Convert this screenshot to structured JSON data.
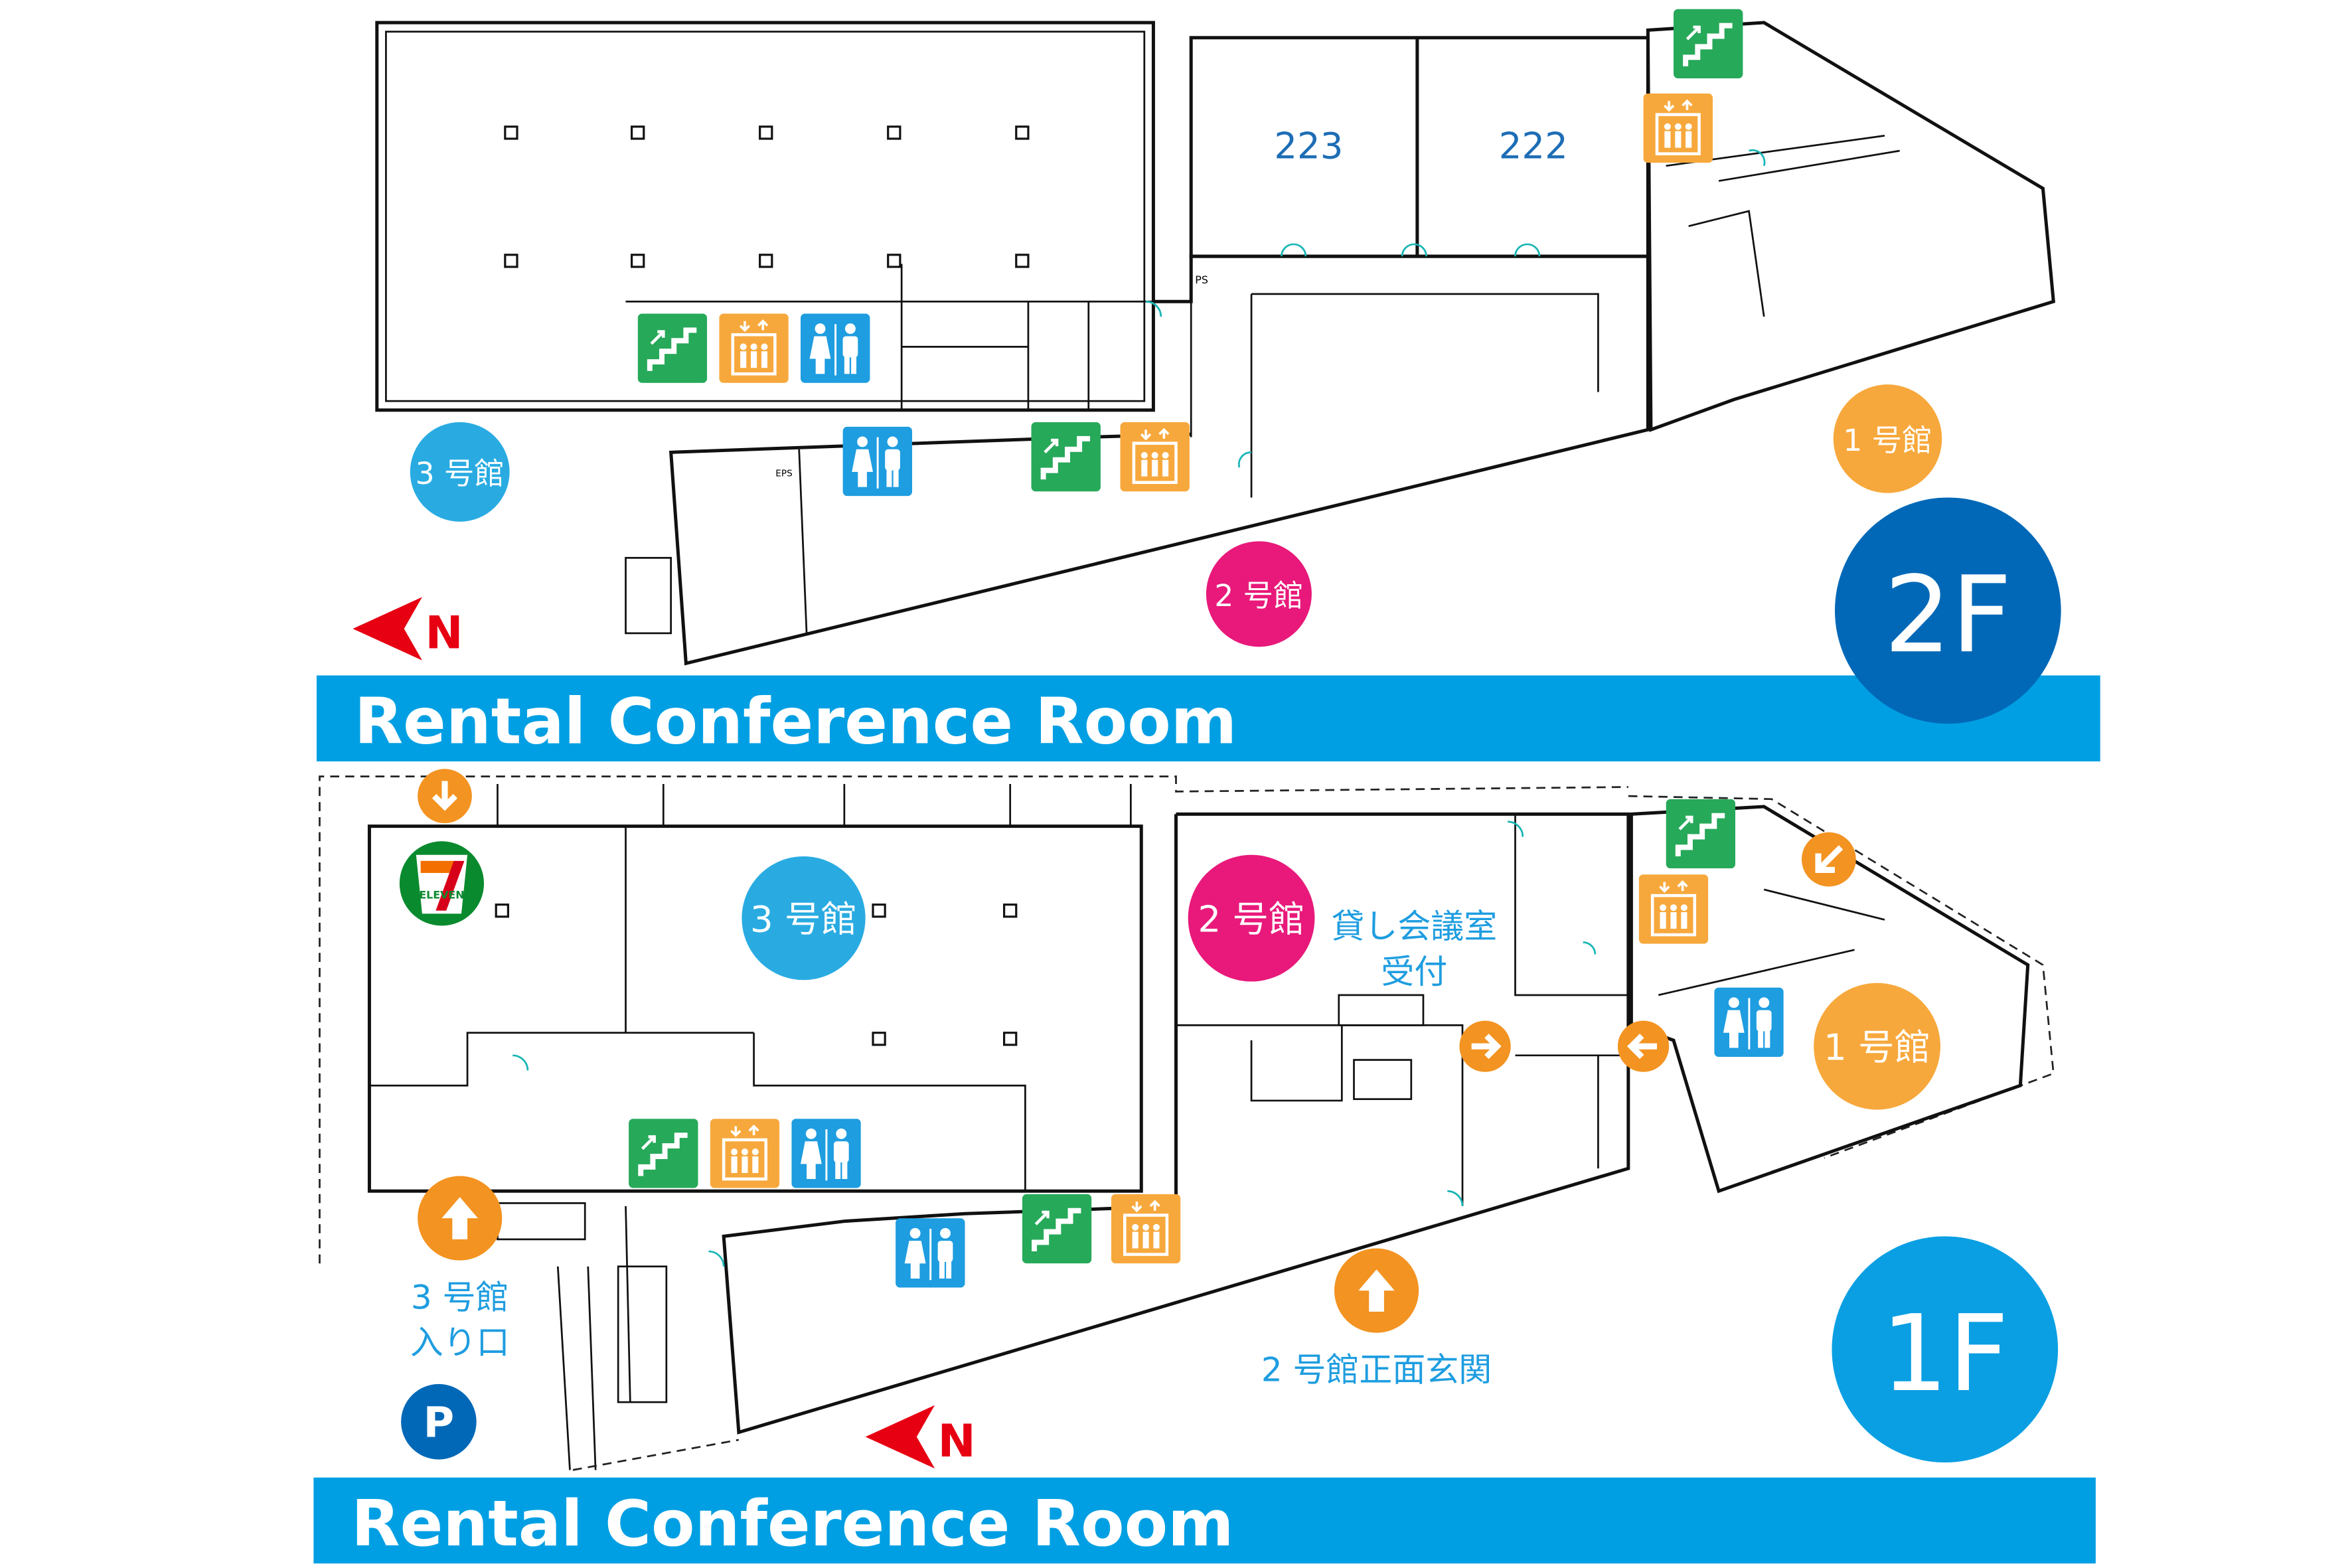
{
  "colors": {
    "banner": "#009fe3",
    "floor2_badge": "#0068b7",
    "floor1_badge": "#0a9fe3",
    "building1": "#f7a83c",
    "building2": "#e8197a",
    "building3": "#29abe2",
    "stairs": "#27a95a",
    "elevator": "#f7a83c",
    "restroom": "#1e9de0",
    "arrow": "#f39321",
    "north": "#e60012",
    "parking": "#0068b7",
    "room_number": "#1d6db5"
  },
  "floor2": {
    "badge": "2F",
    "banner": "Rental Conference Room",
    "rooms": [
      "223",
      "222"
    ],
    "buildings": {
      "b1": "1 号館",
      "b2": "2 号館",
      "b3": "3 号館"
    },
    "small_labels": [
      "PS",
      "EPS"
    ],
    "north": "N"
  },
  "floor1": {
    "badge": "1F",
    "banner": "Rental Conference Room",
    "buildings": {
      "b1": "1 号館",
      "b2": "2 号館",
      "b3": "3 号館"
    },
    "reception": [
      "貸し会議室",
      "受付"
    ],
    "entrance3": [
      "3 号館",
      "入り口"
    ],
    "entrance2": "2 号館正面玄関",
    "parking": "P",
    "convenience_store": "ELEVEN",
    "north": "N"
  },
  "icons": [
    "stairs-icon",
    "elevator-icon",
    "restroom-icon",
    "arrow-icon",
    "north-arrow-icon",
    "parking-icon",
    "seven-eleven-logo"
  ]
}
